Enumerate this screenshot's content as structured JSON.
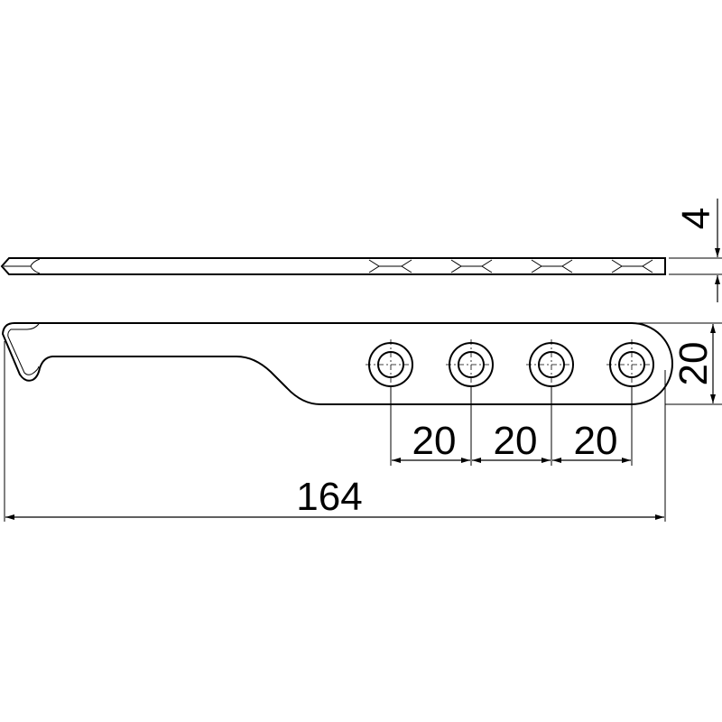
{
  "drawing": {
    "view_side": "side-view",
    "view_top": "top-view",
    "hole_count": 4
  },
  "dimensions": {
    "thickness": "4",
    "width": "20",
    "hole_pitch_1": "20",
    "hole_pitch_2": "20",
    "hole_pitch_3": "20",
    "overall_length": "164"
  },
  "colors": {
    "line": "#000000",
    "background": "#ffffff"
  }
}
